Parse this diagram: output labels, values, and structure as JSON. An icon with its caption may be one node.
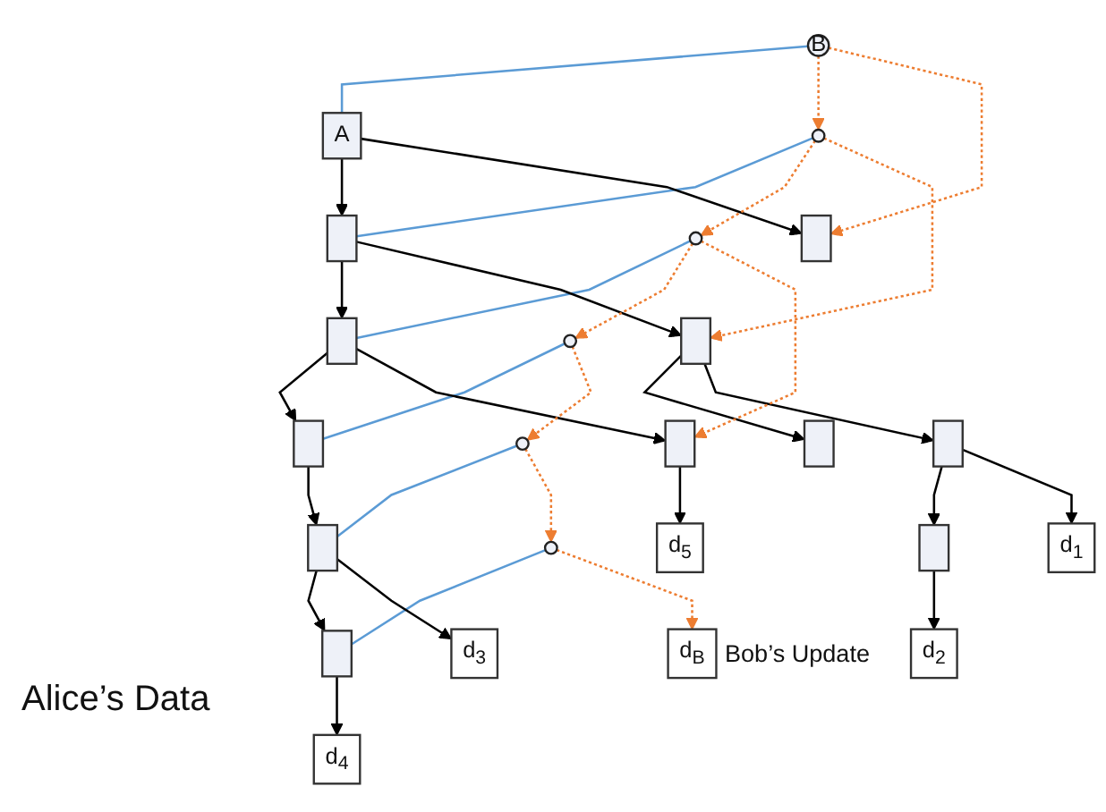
{
  "diagram": {
    "nodes": [
      {
        "text": [
          "B"
        ]
      },
      {
        "text": [
          "A"
        ]
      },
      {
        "text": [],
        "shape": "circle"
      },
      {
        "text": [],
        "shape": "box"
      },
      {
        "text": [],
        "shape": "circle"
      },
      {
        "text": [],
        "shape": "box"
      },
      {
        "text": [],
        "shape": "circle"
      },
      {
        "text": [],
        "shape": "box"
      },
      {
        "text": [],
        "shape": "box"
      },
      {
        "text": [],
        "shape": "circle"
      },
      {
        "text": [],
        "shape": "circle"
      },
      {
        "text": [],
        "shape": "box"
      },
      {
        "text": [],
        "shape": "box"
      },
      {
        "text": [],
        "shape": "box"
      },
      {
        "text": [],
        "shape": "box"
      },
      {
        "text": [],
        "shape": "box"
      },
      {
        "text": [],
        "shape": "box"
      },
      {
        "text": [],
        "shape": "box"
      },
      {
        "text": [
          "d$_{1}$"
        ]
      },
      {
        "text": [
          "d$_{2}$"
        ]
      },
      {
        "text": [
          "d$_{3}$"
        ]
      },
      {
        "text": [
          "d$_{4}$"
        ]
      },
      {
        "text": [
          "d$_{5}$"
        ]
      },
      {
        "text": [
          "d$_{B}$"
        ],
        "beside": [
          "Bob’s Update"
        ]
      }
    ],
    "edges": [
      {
        "from": 0,
        "to": 1,
        "arrow": "none",
        "color": "#5b9bd5"
      },
      {
        "from": 2,
        "to": 3,
        "arrow": "none",
        "color": "#5b9bd5"
      },
      {
        "from": 4,
        "to": 5,
        "arrow": "none",
        "color": "#5b9bd5"
      },
      {
        "from": 6,
        "to": 7,
        "arrow": "none",
        "color": "#5b9bd5"
      },
      {
        "from": 9,
        "to": 14,
        "arrow": "none",
        "color": "#5b9bd5"
      },
      {
        "from": 10,
        "to": 15,
        "arrow": "none",
        "color": "#5b9bd5"
      },
      {
        "from": 1,
        "to": 3,
        "arrow": "to"
      },
      {
        "from": 1,
        "to": 17,
        "arrow": "to"
      },
      {
        "from": 3,
        "to": 5,
        "arrow": "to"
      },
      {
        "from": 3,
        "to": 8,
        "arrow": "to"
      },
      {
        "from": 5,
        "to": 7,
        "arrow": "to"
      },
      {
        "from": 5,
        "to": 16,
        "arrow": "to"
      },
      {
        "from": 7,
        "to": 14,
        "arrow": "to"
      },
      {
        "from": 8,
        "to": 11,
        "arrow": "to"
      },
      {
        "from": 8,
        "to": 12,
        "arrow": "to"
      },
      {
        "from": 12,
        "to": 13,
        "arrow": "to"
      },
      {
        "from": 14,
        "to": 15,
        "arrow": "to"
      },
      {
        "from": 12,
        "to": 18,
        "arrow": "to"
      },
      {
        "from": 13,
        "to": 19,
        "arrow": "to"
      },
      {
        "from": 14,
        "to": 20,
        "arrow": "to"
      },
      {
        "from": 15,
        "to": 21,
        "arrow": "to"
      },
      {
        "from": 16,
        "to": 22,
        "arrow": "to"
      },
      {
        "from": 0,
        "to": 2,
        "arrow": "to",
        "style": "dashed",
        "color": "#ed7d31"
      },
      {
        "from": 0,
        "to": 17,
        "arrow": "to",
        "style": "dashed",
        "color": "#ed7d31"
      },
      {
        "from": 2,
        "to": 4,
        "arrow": "to",
        "style": "dashed",
        "color": "#ed7d31"
      },
      {
        "from": 2,
        "to": 8,
        "arrow": "to",
        "style": "dashed",
        "color": "#ed7d31"
      },
      {
        "from": 4,
        "to": 6,
        "arrow": "to",
        "style": "dashed",
        "color": "#ed7d31"
      },
      {
        "from": 4,
        "to": 16,
        "arrow": "to",
        "style": "dashed",
        "color": "#ed7d31"
      },
      {
        "from": 6,
        "to": 9,
        "arrow": "to",
        "style": "dashed",
        "color": "#ed7d31"
      },
      {
        "from": 9,
        "to": 10,
        "arrow": "to",
        "style": "dashed",
        "color": "#ed7d31"
      },
      {
        "from": 10,
        "to": 23,
        "arrow": "to",
        "style": "dashed",
        "color": "#ed7d31"
      }
    ],
    "labels": [
      "Alice’s Data"
    ]
  }
}
